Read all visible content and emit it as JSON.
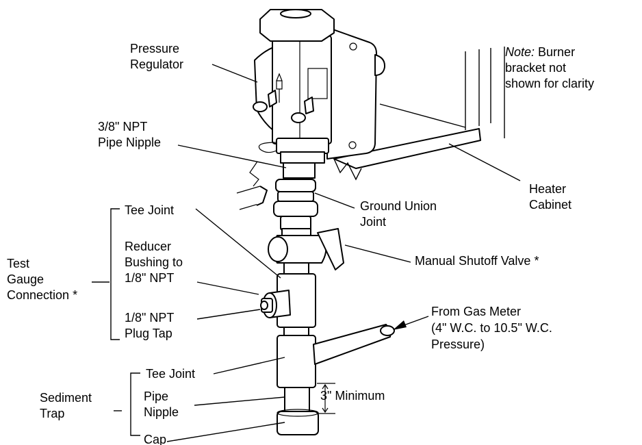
{
  "labels": {
    "pressure_regulator": [
      "Pressure",
      "Regulator"
    ],
    "note": {
      "italic": "Note:",
      "line1_rest": " Burner",
      "line2": "bracket not",
      "line3": "shown for clarity"
    },
    "pipe_nipple_38": [
      "3/8\" NPT",
      "Pipe Nipple"
    ],
    "heater_cabinet": [
      "Heater",
      "Cabinet"
    ],
    "ground_union": [
      "Ground Union",
      "Joint"
    ],
    "tee_joint_top": "Tee Joint",
    "reducer_bushing": [
      "Reducer",
      "Bushing to",
      "1/8\" NPT"
    ],
    "plug_tap": [
      "1/8\" NPT",
      "Plug Tap"
    ],
    "test_gauge": [
      "Test",
      "Gauge",
      "Connection *"
    ],
    "manual_shutoff": "Manual Shutoff Valve *",
    "gas_meter": [
      "From Gas Meter",
      "(4\" W.C. to 10.5\" W.C.",
      "Pressure)"
    ],
    "tee_joint_bottom": "Tee Joint",
    "sediment_trap": [
      "Sediment",
      "Trap"
    ],
    "pipe_nipple": [
      "Pipe",
      "Nipple"
    ],
    "minimum": "3\" Minimum",
    "cap": "Cap"
  },
  "colors": {
    "line": "#000000",
    "background": "#ffffff"
  }
}
